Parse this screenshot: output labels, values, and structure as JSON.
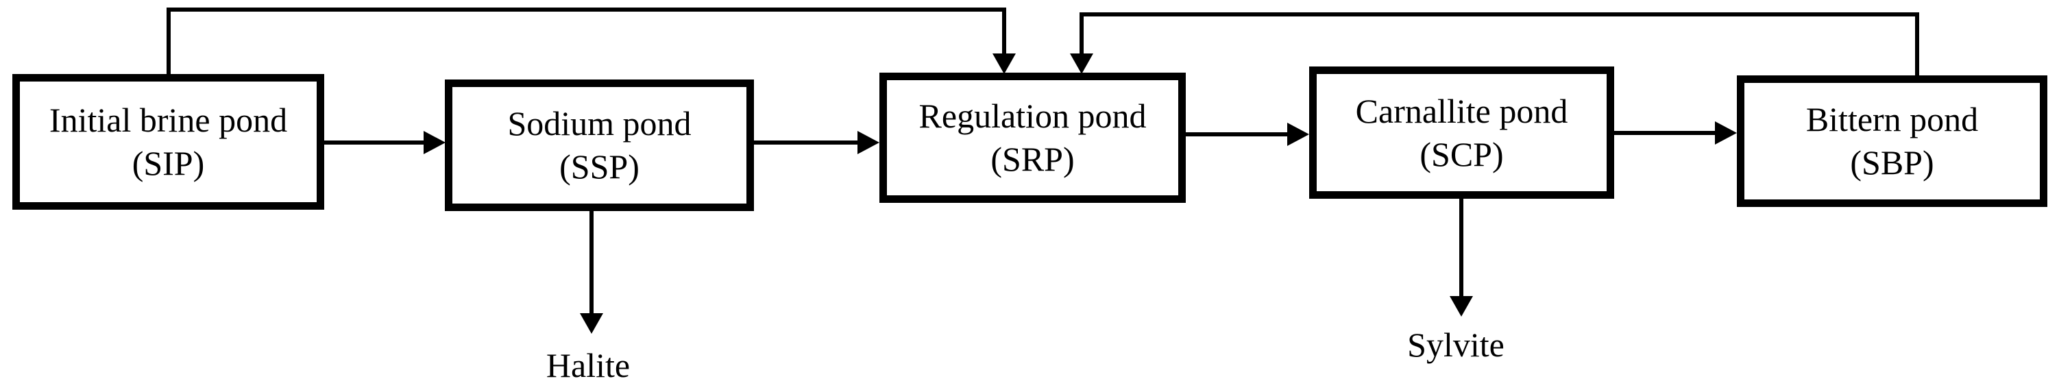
{
  "diagram": {
    "colors": {
      "line": "#000000",
      "background": "#ffffff",
      "text": "#000000"
    },
    "nodes": [
      {
        "name": "Initial brine pond",
        "abbr": "(SIP)"
      },
      {
        "name": "Sodium pond",
        "abbr": "(SSP)"
      },
      {
        "name": "Regulation pond",
        "abbr": "(SRP)"
      },
      {
        "name": "Carnallite pond",
        "abbr": "(SCP)"
      },
      {
        "name": "Bittern pond",
        "abbr": "(SBP)"
      }
    ],
    "outputs": [
      {
        "from": "SSP",
        "label": "Halite"
      },
      {
        "from": "SCP",
        "label": "Sylvite"
      }
    ],
    "edges": [
      {
        "from": "SIP",
        "to": "SSP",
        "type": "forward"
      },
      {
        "from": "SSP",
        "to": "SRP",
        "type": "forward"
      },
      {
        "from": "SRP",
        "to": "SCP",
        "type": "forward"
      },
      {
        "from": "SCP",
        "to": "SBP",
        "type": "forward"
      },
      {
        "from": "SIP",
        "to": "SRP",
        "type": "top-bypass"
      },
      {
        "from": "SBP",
        "to": "SRP",
        "type": "top-recycle"
      },
      {
        "from": "SSP",
        "to": "Halite",
        "type": "product"
      },
      {
        "from": "SCP",
        "to": "Sylvite",
        "type": "product"
      }
    ]
  }
}
